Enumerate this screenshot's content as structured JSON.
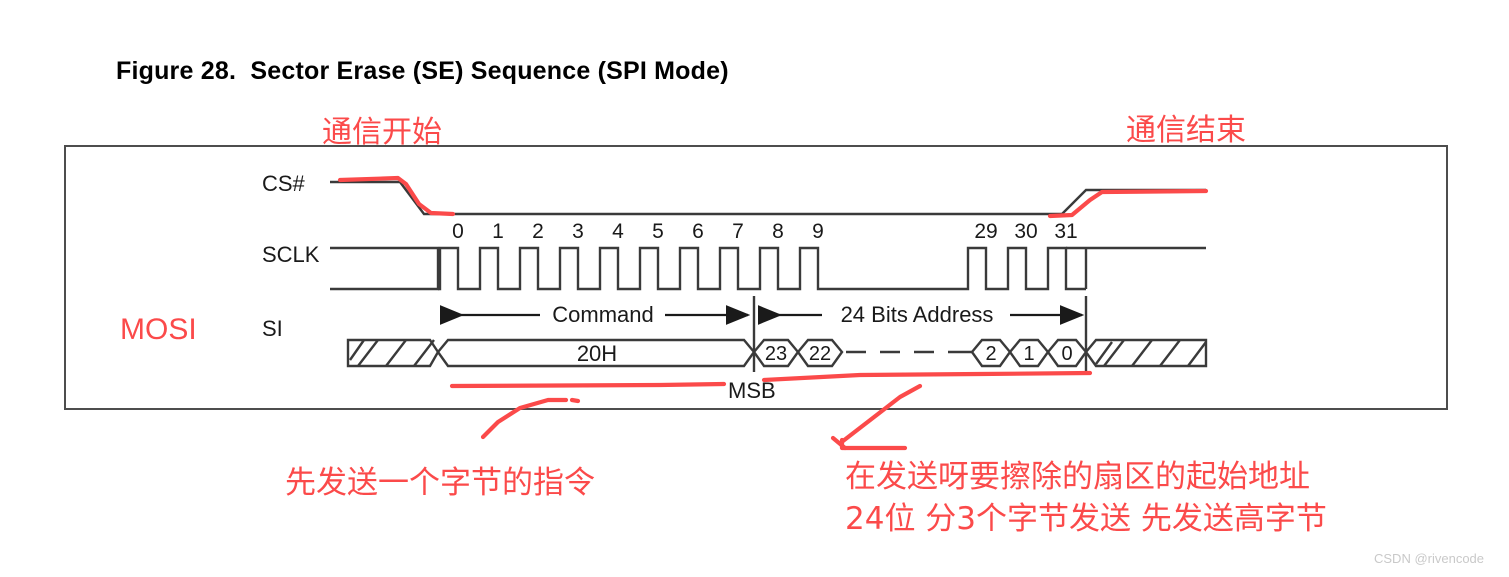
{
  "figure": {
    "title": "Figure 28.  Sector Erase (SE) Sequence (SPI Mode)"
  },
  "annotations": {
    "start": "通信开始",
    "end": "通信结束",
    "mosi": "MOSI",
    "command_note": "先发送一个字节的指令",
    "address_note_line1": "在发送呀要擦除的扇区的起始地址",
    "address_note_line2": "24位 分3个字节发送 先发送高字节"
  },
  "signals": {
    "cs": "CS#",
    "sclk": "SCLK",
    "si": "SI"
  },
  "chart_data": {
    "type": "timing",
    "title": "Figure 28.  Sector Erase (SE) Sequence (SPI Mode)",
    "clock_numbers": [
      "0",
      "1",
      "2",
      "3",
      "4",
      "5",
      "6",
      "7",
      "8",
      "9",
      "29",
      "30",
      "31"
    ],
    "fields": [
      {
        "label": "Command",
        "value": "20H",
        "bits": 8
      },
      {
        "label": "24 Bits Address",
        "value": "",
        "bits": 24
      }
    ],
    "command_byte": "20H",
    "address_bits": [
      "23",
      "22",
      "2",
      "1",
      "0"
    ],
    "msb_label": "MSB",
    "total_clocks": 32,
    "colors": {
      "wire": "#3a3a3a",
      "annotation": "#fb4a4a",
      "text": "#1a1a1a",
      "border": "#4d4d4d",
      "watermark": "#c9c9c9"
    }
  },
  "watermark": "CSDN @rivencode"
}
